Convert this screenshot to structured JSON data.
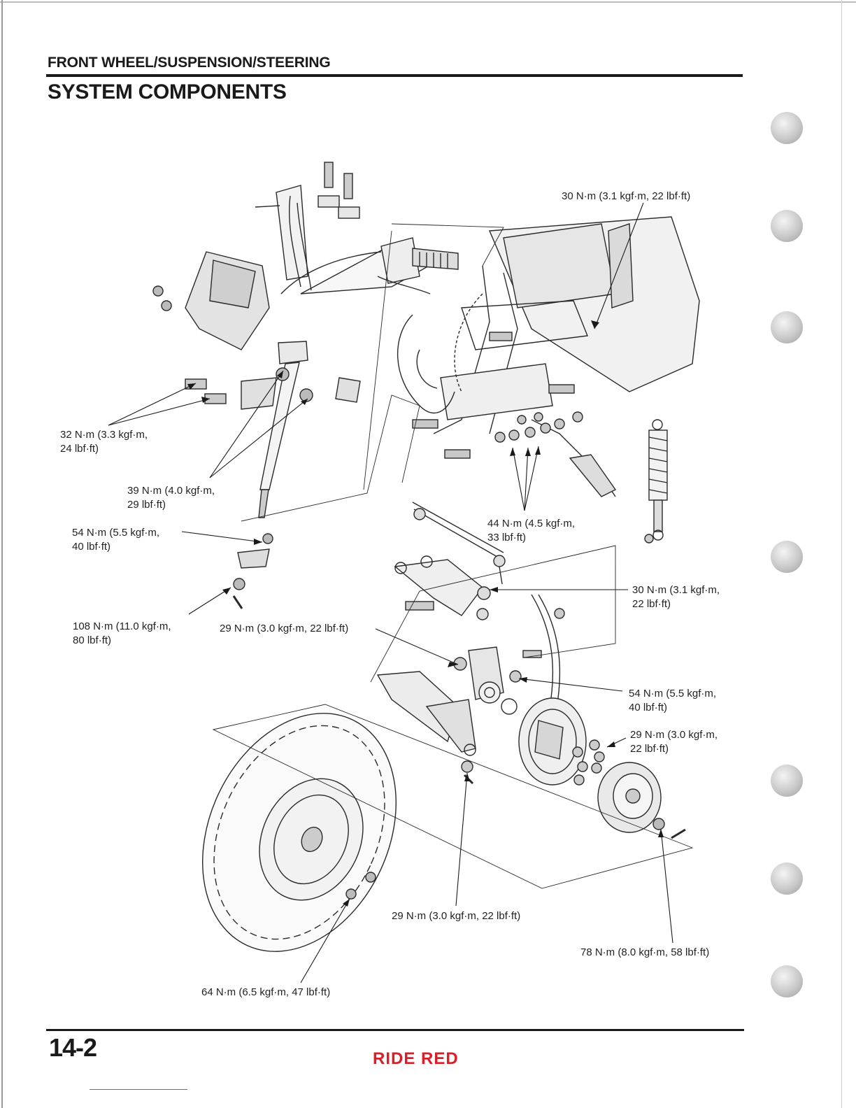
{
  "header": {
    "section": "FRONT WHEEL/SUSPENSION/STEERING",
    "title": "SYSTEM COMPONENTS"
  },
  "torque_labels": [
    "30 N·m (3.1 kgf·m, 22 lbf·ft)",
    "32 N·m (3.3 kgf·m,\n24 lbf·ft)",
    "39 N·m (4.0 kgf·m,\n29 lbf·ft)",
    "54 N·m (5.5 kgf·m,\n40 lbf·ft)",
    "44 N·m (4.5 kgf·m,\n33 lbf·ft)",
    "30 N·m (3.1 kgf·m,\n22 lbf·ft)",
    "108 N·m (11.0 kgf·m,\n80 lbf·ft)",
    "29 N·m (3.0 kgf·m, 22 lbf·ft)",
    "54 N·m (5.5 kgf·m,\n40 lbf·ft)",
    "29 N·m (3.0 kgf·m,\n22 lbf·ft)",
    "29 N·m (3.0 kgf·m, 22 lbf·ft)",
    "78 N·m (8.0 kgf·m, 58 lbf·ft)",
    "64 N·m (6.5 kgf·m, 47 lbf·ft)"
  ],
  "footer": {
    "page_number": "14-2",
    "brand": "RIDE RED"
  }
}
